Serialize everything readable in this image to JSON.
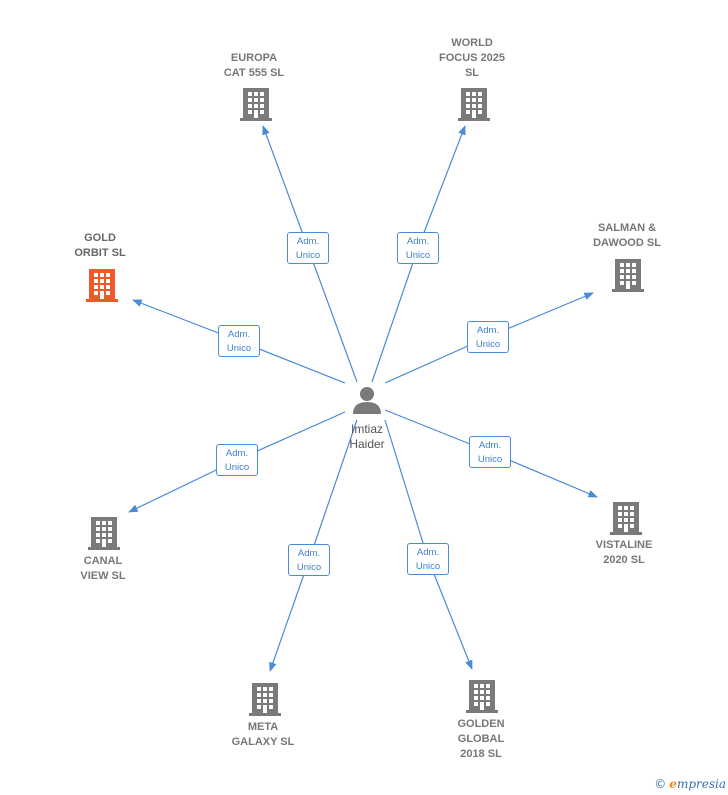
{
  "colors": {
    "edge": "#4a8bd6",
    "building": "#7a7a7a",
    "building_highlight": "#f05a28",
    "person": "#7a7a7a"
  },
  "center": {
    "name": "Imtiaz\nHaider",
    "icon": "person-icon"
  },
  "companies": [
    {
      "id": "europa",
      "label": "EUROPA\nCAT 555  SL",
      "highlight": false,
      "relation": "Adm.\nUnico"
    },
    {
      "id": "world-focus",
      "label": "WORLD\nFOCUS 2025\nSL",
      "highlight": false,
      "relation": "Adm.\nUnico"
    },
    {
      "id": "salman-dawood",
      "label": "SALMAN &\nDAWOOD SL",
      "highlight": false,
      "relation": "Adm.\nUnico"
    },
    {
      "id": "gold-orbit",
      "label": "GOLD\nORBIT  SL",
      "highlight": true,
      "relation": "Adm.\nUnico"
    },
    {
      "id": "canal-view",
      "label": "CANAL\nVIEW  SL",
      "highlight": false,
      "relation": "Adm.\nUnico"
    },
    {
      "id": "vistaline",
      "label": "VISTALINE\n2020  SL",
      "highlight": false,
      "relation": "Adm.\nUnico"
    },
    {
      "id": "meta-galaxy",
      "label": "META\nGALAXY  SL",
      "highlight": false,
      "relation": "Adm.\nUnico"
    },
    {
      "id": "golden-global",
      "label": "GOLDEN\nGLOBAL\n2018  SL",
      "highlight": false,
      "relation": "Adm.\nUnico"
    }
  ],
  "footer": {
    "copyright": "©",
    "brand_initial": "e",
    "brand_rest": "mpresia"
  }
}
